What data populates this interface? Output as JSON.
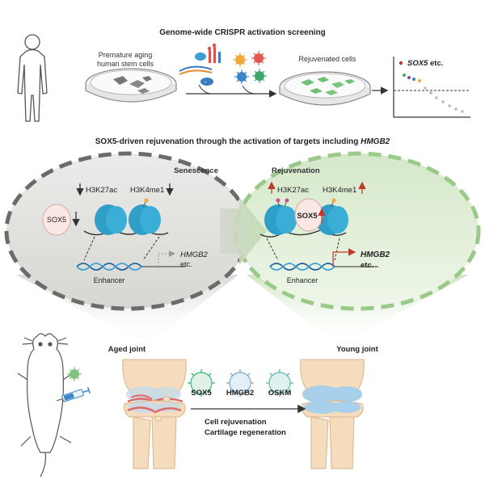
{
  "top": {
    "title": "Genome-wide CRISPR activation screening",
    "dish_left_label_1": "Premature aging",
    "dish_left_label_2": "human stem cells",
    "dish_right_label": "Rejuvenated cells",
    "hit_label_gene": "SOX5",
    "hit_label_suffix": " etc."
  },
  "middle": {
    "title_main": "SOX5-driven rejuvenation through the activation of targets including ",
    "title_gene": "HMGB2",
    "senescence": {
      "header": "Senescence",
      "mark1": "H3K27ac",
      "mark2": "H3K4me1",
      "factor": "SOX5",
      "region": "Enhancer",
      "target": "HMGB2",
      "etc": "etc."
    },
    "rejuvenation": {
      "header": "Rejuvenation",
      "mark1": "H3K27ac",
      "mark2": "H3K4me1",
      "factor": "SOX5",
      "region": "Enhancer",
      "target": "HMGB2",
      "etc": "etc."
    }
  },
  "bottom": {
    "aged_label": "Aged joint",
    "young_label": "Young joint",
    "factors": [
      "SOX5",
      "HMGB2",
      "OSKM"
    ],
    "outcome_1": "Cell rejuvenation",
    "outcome_2": "Cartilage regeneration"
  },
  "colors": {
    "senescence_fill": "#e8e8e6",
    "rejuvenation_fill": "#e3efdc",
    "nucleosome": "#2f9fc8",
    "arrow_red": "#c0392b",
    "cell_green": "#6cc070",
    "cell_gray": "#777777",
    "sox5_factor": "#3fb07a",
    "hmgb2_factor": "#7aa7c9",
    "oskm_factor": "#5ab7a7"
  }
}
